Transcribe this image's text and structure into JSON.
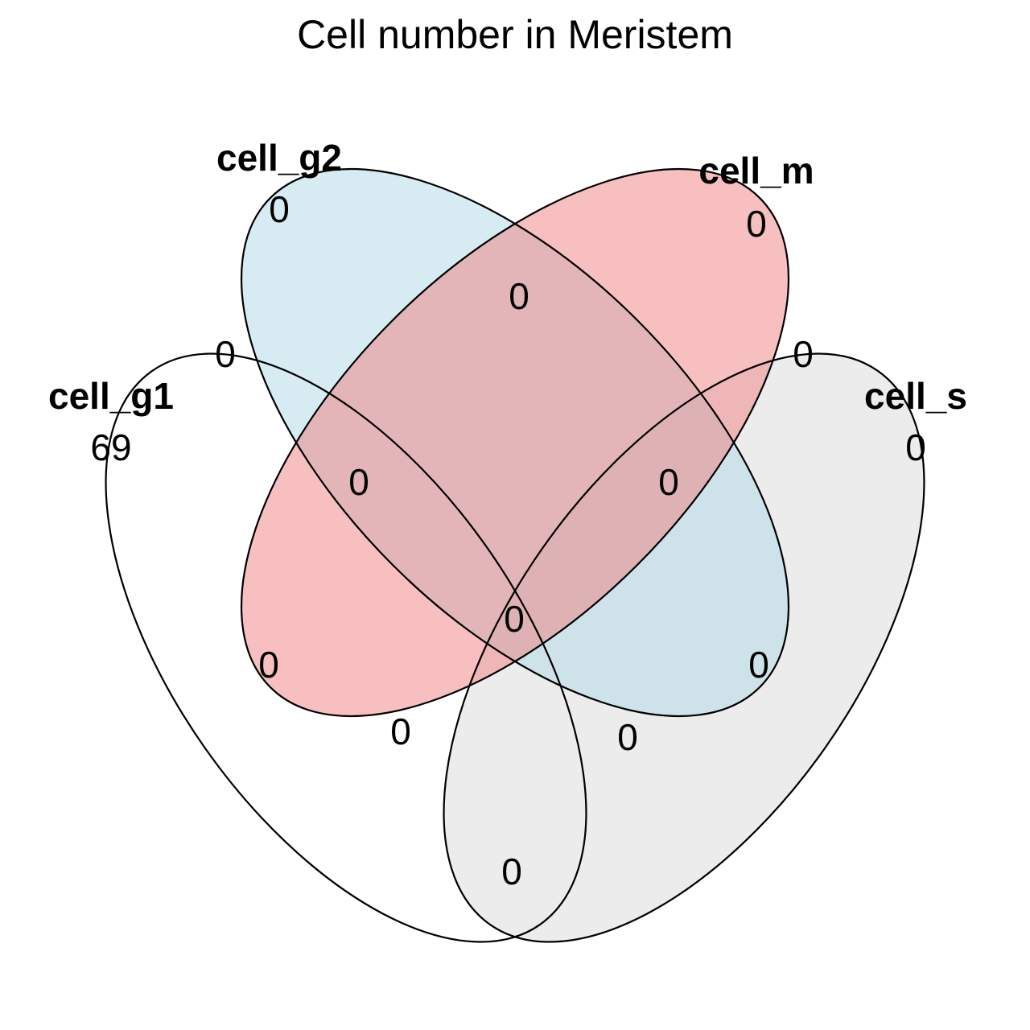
{
  "title": "Cell number in Meristem",
  "sets": {
    "cell_g1": {
      "label": "cell_g1",
      "color": "#FFFFFF"
    },
    "cell_g2": {
      "label": "cell_g2",
      "color": "#ADD8E6"
    },
    "cell_m": {
      "label": "cell_m",
      "color": "#F08080"
    },
    "cell_s": {
      "label": "cell_s",
      "color": "#D9D9D9"
    }
  },
  "regions": {
    "g1_only": "69",
    "g2_only": "0",
    "m_only": "0",
    "s_only": "0",
    "g1_g2": "0",
    "g2_m": "0",
    "m_s": "0",
    "g1_s": "0",
    "g1_m": "0",
    "g2_s": "0",
    "g1_g2_m": "0",
    "g2_m_s": "0",
    "g1_g2_s": "0",
    "g1_m_s": "0",
    "all": "0"
  }
}
